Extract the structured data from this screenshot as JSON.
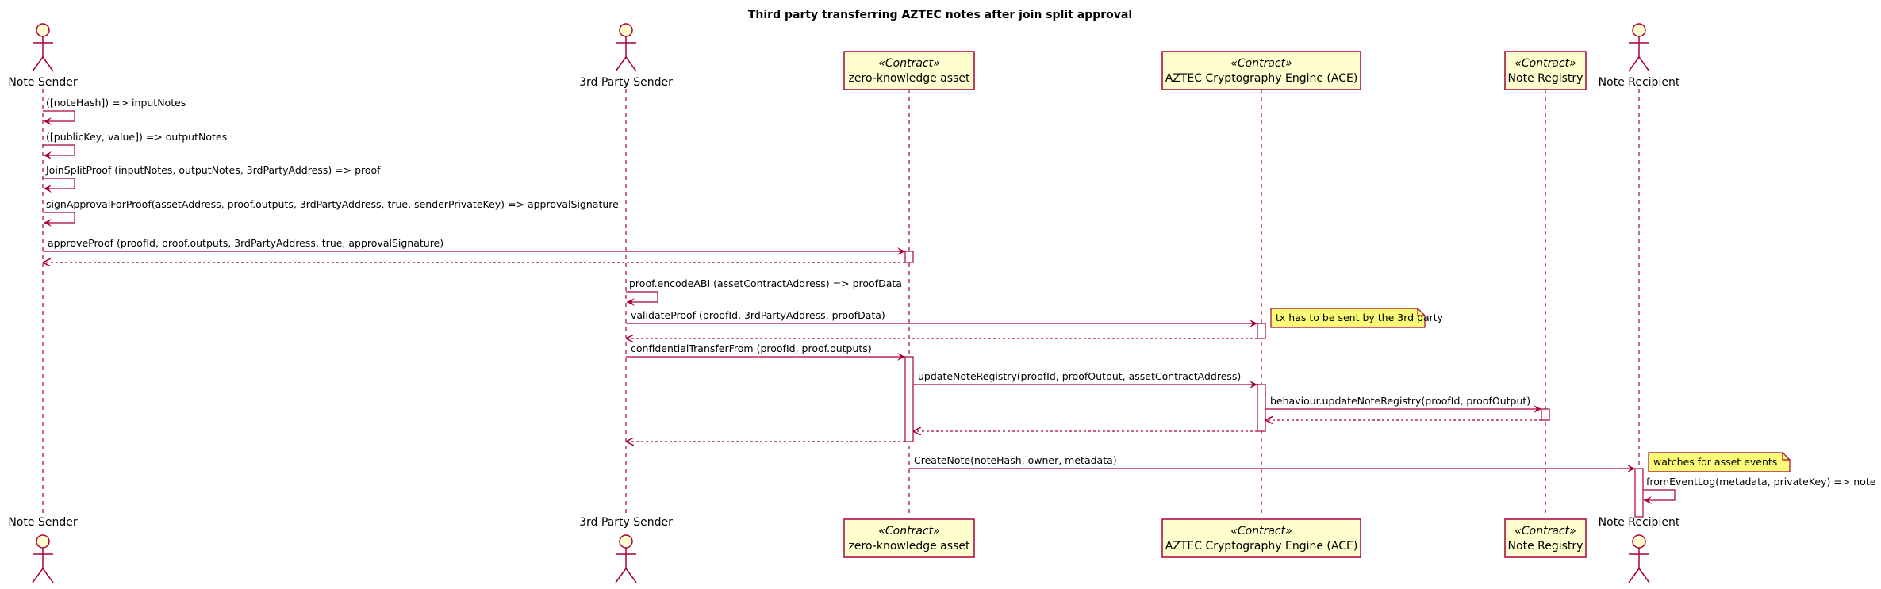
{
  "diagram": {
    "title": "Third party transferring AZTEC notes after join split approval",
    "colors": {
      "line": "#A80036",
      "box_fill": "#FEFECE",
      "note_fill": "#FBFB77",
      "activation_fill": "#FFFFFF"
    },
    "participants": [
      {
        "id": "sender",
        "kind": "actor",
        "name": "Note Sender"
      },
      {
        "id": "third",
        "kind": "actor",
        "name": "3rd Party Sender"
      },
      {
        "id": "zka",
        "kind": "contract",
        "stereotype": "«Contract»",
        "name": "zero-knowledge asset"
      },
      {
        "id": "ace",
        "kind": "contract",
        "stereotype": "«Contract»",
        "name": "AZTEC Cryptography Engine (ACE)"
      },
      {
        "id": "registry",
        "kind": "contract",
        "stereotype": "«Contract»",
        "name": "Note Registry"
      },
      {
        "id": "recipient",
        "kind": "actor",
        "name": "Note Recipient"
      }
    ],
    "messages": [
      {
        "from": "sender",
        "to": "sender",
        "label": "([noteHash]) => inputNotes"
      },
      {
        "from": "sender",
        "to": "sender",
        "label": "([publicKey, value]) => outputNotes"
      },
      {
        "from": "sender",
        "to": "sender",
        "label": "JoinSplitProof (inputNotes, outputNotes, 3rdPartyAddress) => proof"
      },
      {
        "from": "sender",
        "to": "sender",
        "label": "signApprovalForProof(assetAddress, proof.outputs, 3rdPartyAddress, true, senderPrivateKey) => approvalSignature"
      },
      {
        "from": "sender",
        "to": "zka",
        "label": "approveProof (proofId, proof.outputs, 3rdPartyAddress, true, approvalSignature)"
      },
      {
        "from": "zka",
        "to": "sender",
        "label": "",
        "dashed": true
      },
      {
        "from": "third",
        "to": "third",
        "label": "proof.encodeABI (assetContractAddress) => proofData"
      },
      {
        "from": "third",
        "to": "ace",
        "label": "validateProof (proofId, 3rdPartyAddress, proofData)"
      },
      {
        "from": "ace",
        "to": "third",
        "label": "",
        "dashed": true
      },
      {
        "from": "third",
        "to": "zka",
        "label": "confidentialTransferFrom (proofId, proof.outputs)"
      },
      {
        "from": "zka",
        "to": "ace",
        "label": "updateNoteRegistry(proofId, proofOutput, assetContractAddress)"
      },
      {
        "from": "ace",
        "to": "registry",
        "label": "behaviour.updateNoteRegistry(proofId, proofOutput)"
      },
      {
        "from": "registry",
        "to": "ace",
        "label": "",
        "dashed": true
      },
      {
        "from": "ace",
        "to": "zka",
        "label": "",
        "dashed": true
      },
      {
        "from": "zka",
        "to": "third",
        "label": "",
        "dashed": true
      },
      {
        "from": "zka",
        "to": "recipient",
        "label": "CreateNote(noteHash, owner, metadata)"
      },
      {
        "from": "recipient",
        "to": "recipient",
        "label": "fromEventLog(metadata, privateKey) => note"
      }
    ],
    "notes": [
      {
        "text": "tx has to be sent by the 3rd party"
      },
      {
        "text": "watches for asset events"
      }
    ]
  }
}
